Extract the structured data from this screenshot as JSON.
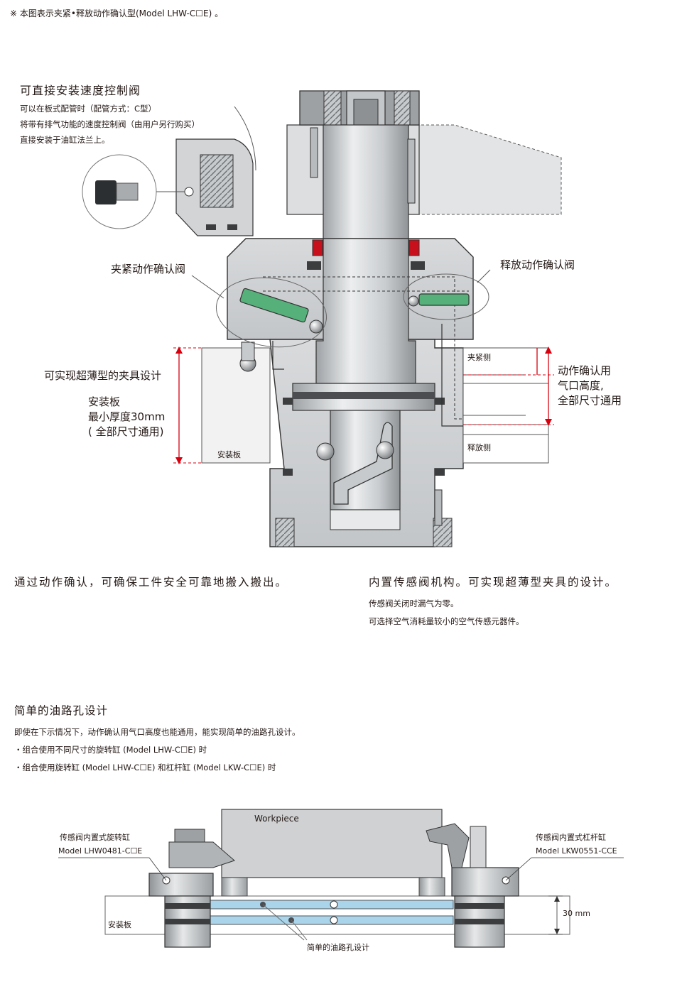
{
  "note_top": "※ 本图表示夹紧•释放动作确认型(Model LHW-C☐E) 。",
  "speed_control": {
    "title": "可直接安装速度控制阀",
    "lines": [
      "可以在板式配管时（配管方式：C型）",
      "将带有排气功能的速度控制阀（由用户另行购买）",
      "直接安装于油缸法兰上。"
    ]
  },
  "labels": {
    "clamp_valve": "夹紧动作确认阀",
    "release_valve": "释放动作确认阀",
    "thin_fixture": "可实现超薄型的夹具设计",
    "mount_plate_lines": [
      "安装板",
      "最小厚度30mm",
      "( 全部尺寸通用)"
    ],
    "mount_plate_small": "安装板",
    "clamp_side": "夹紧侧",
    "release_side": "释放侧",
    "port_height_lines": [
      "动作确认用",
      "气口高度,",
      "全部尺寸通用"
    ]
  },
  "section_left": {
    "title": "通过动作确认，可确保工件安全可靠地搬入搬出。"
  },
  "section_right": {
    "title": "内置传感阀机构。可实现超薄型夹具的设计。",
    "lines": [
      "传感阀关闭时漏气为零。",
      "可选择空气消耗量较小的空气传感元器件。"
    ]
  },
  "oil_section": {
    "title": "简单的油路孔设计",
    "lines": [
      "即使在下示情况下，动作确认用气口高度也能通用，能实现简单的油路孔设计。",
      "・组合使用不同尺寸的旋转缸 (Model LHW-C☐E) 时",
      "・组合使用旋转缸 (Model LHW-C☐E) 和杠杆缸 (Model LKW-C☐E) 时"
    ]
  },
  "bottom_diagram": {
    "workpiece": "Workpiece",
    "left_cylinder_name": "传感阀内置式旋转缸",
    "left_cylinder_model": "Model LHW0481-C☐E",
    "right_cylinder_name": "传感阀内置式杠杆缸",
    "right_cylinder_model": "Model LKW0551-CCE",
    "mount_plate": "安装板",
    "thickness": "30 mm",
    "oil_hole": "简单的油路孔设计"
  },
  "colors": {
    "steel_light": "#d4d6d8",
    "steel_mid": "#b8bbbe",
    "steel_dark": "#8f9396",
    "valve_green": "#55b07a",
    "seal_red": "#c8101c",
    "dimension_red": "#d7000f",
    "oil_blue": "#a9d4ea"
  }
}
